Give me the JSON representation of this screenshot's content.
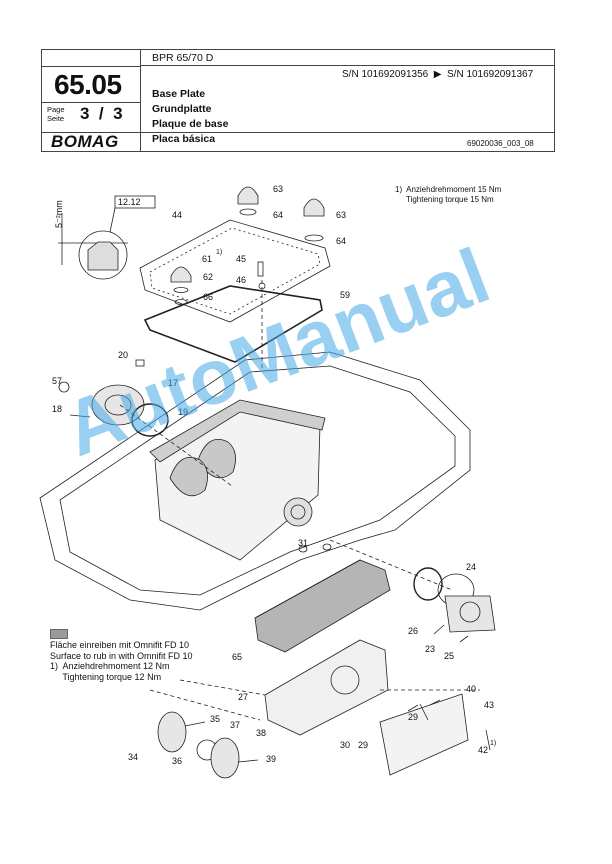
{
  "header": {
    "model": "BPR 65/70 D",
    "serial_range": "S/N 101692091356  ▶  S/N 101692091367",
    "group_number": "65.05",
    "page_label": "Page\nSeite",
    "page_value": "3  /  3",
    "brand": "BOMAG",
    "titles": [
      "Base Plate",
      "Grundplatte",
      "Plaque de base",
      "Placa básica"
    ],
    "doc_number": "69020036_003_08"
  },
  "notes": {
    "torque_top": "1)  Anziehdrehmoment 15 Nm\n     Tightening torque 15 Nm",
    "detail_ref": "12.12",
    "dimension": "5⁻²mm",
    "legend_de": "Fläche einreiben mit Omnifit FD 10",
    "legend_en": "Surface to rub in with Omnifit FD 10",
    "torque_bottom": "1)  Anziehdrehmoment 12 Nm\n     Tightening torque 12 Nm"
  },
  "callouts": [
    "63",
    "64",
    "63",
    "64",
    "44",
    "61",
    "1)",
    "62",
    "66",
    "45",
    "46",
    "59",
    "20",
    "57",
    "17",
    "18",
    "19",
    "31",
    "24",
    "26",
    "23",
    "25",
    "65",
    "27",
    "40",
    "43",
    "29",
    "30",
    "29",
    "42",
    "1)",
    "35",
    "37",
    "38",
    "34",
    "36",
    "39"
  ],
  "watermark": "AutoManual",
  "colors": {
    "watermark": "#46aae6",
    "line": "#222222",
    "swatch": "#9a9a9a"
  }
}
